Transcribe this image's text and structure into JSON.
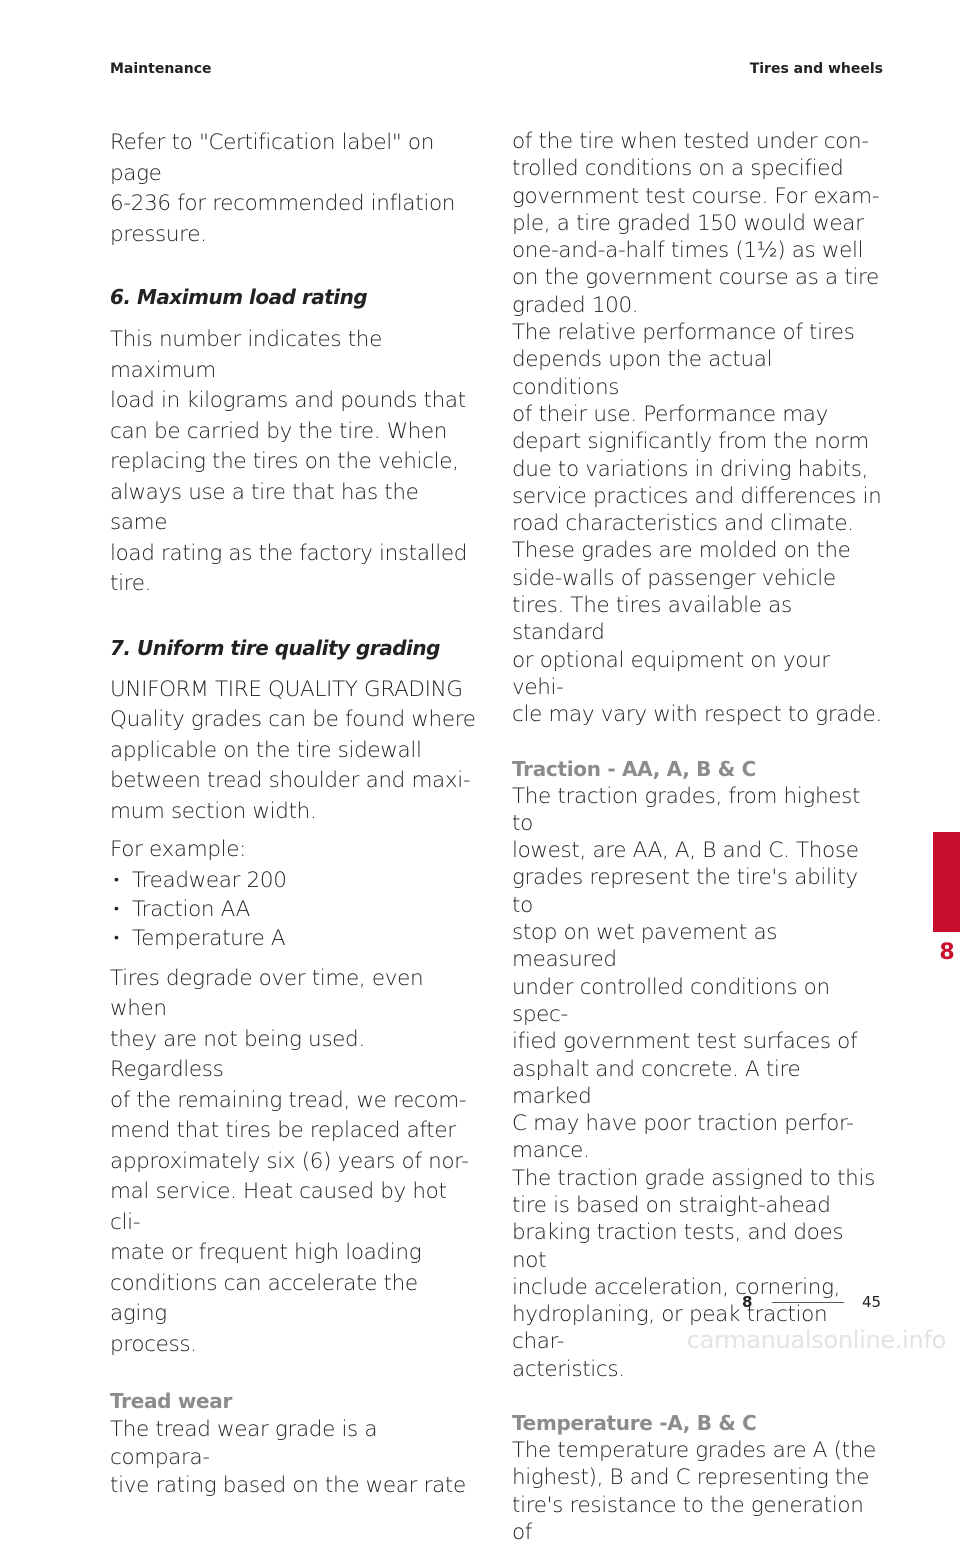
{
  "header": {
    "left": "Maintenance",
    "right": "Tires and wheels"
  },
  "left_column": {
    "intro": [
      "Refer to \"Certification label\" on page",
      "6-236 for recommended inflation",
      "pressure."
    ],
    "section6": {
      "title": "6. Maximum load rating",
      "body": [
        "This number indicates the maximum",
        "load in kilograms and pounds that",
        "can be carried by the tire. When",
        "replacing the tires on the vehicle,",
        "always use a tire that has the same",
        "load rating as the factory installed",
        "tire."
      ]
    },
    "section7": {
      "title": "7. Uniform tire quality grading",
      "body": [
        "UNIFORM TIRE QUALITY GRADING",
        "Quality grades can be found where",
        "applicable on the tire sidewall",
        "between tread shoulder and maxi-",
        "mum section width."
      ]
    },
    "example_intro": "For example:",
    "bullets": [
      "Treadwear 200",
      "Traction AA",
      "Temperature A"
    ],
    "aging": [
      "Tires degrade over time, even when",
      "they are not being used. Regardless",
      "of the remaining tread, we recom-",
      "mend that tires be replaced after",
      "approximately six (6) years of nor-",
      "mal service. Heat caused by hot cli-",
      "mate or frequent high loading",
      "conditions can accelerate the aging",
      "process."
    ],
    "treadwear": {
      "title": "Tread wear",
      "body": [
        "The tread wear grade is a compara-",
        "tive rating based on the wear rate"
      ]
    }
  },
  "right_column": {
    "continuation": [
      "of the tire when tested under con-",
      "trolled conditions on a specified",
      "government test course. For exam-",
      "ple, a tire graded 150 would wear",
      "one-and-a-half times (1½) as well",
      "on the government course as a tire",
      "graded 100.",
      "The relative performance of tires",
      "depends upon the actual conditions",
      "of their use. Performance may",
      "depart significantly from the norm",
      "due to variations in driving habits,",
      "service practices and differences in",
      "road characteristics and climate.",
      "These grades are molded on the",
      "side-walls of passenger vehicle",
      "tires. The tires available as standard",
      "or optional equipment on your vehi-",
      "cle may vary with respect to grade."
    ],
    "traction": {
      "title": "Traction - AA, A, B & C",
      "body": [
        "The traction grades, from highest to",
        "lowest, are AA, A, B and C. Those",
        "grades represent the tire's ability to",
        "stop on wet pavement as measured",
        "under controlled conditions on spec-",
        "ified government test surfaces of",
        "asphalt and concrete. A tire marked",
        "C may have poor traction perfor-",
        "mance.",
        "The traction grade assigned to this",
        "tire is based on straight-ahead",
        "braking traction tests, and does not",
        "include acceleration, cornering,",
        "hydroplaning, or peak traction char-",
        "acteristics."
      ]
    },
    "temperature": {
      "title": "Temperature -A, B & C",
      "body": [
        "The temperature grades are A (the",
        "highest), B and C representing the",
        "tire's resistance to the generation of"
      ]
    }
  },
  "chapter_tab": "8",
  "footer": {
    "chapter": "8",
    "page": "45"
  },
  "watermark": "carmanualsonline.info",
  "colors": {
    "accent": "#c8102e",
    "subhead_gray": "#8c8c8c",
    "text": "#222222"
  }
}
